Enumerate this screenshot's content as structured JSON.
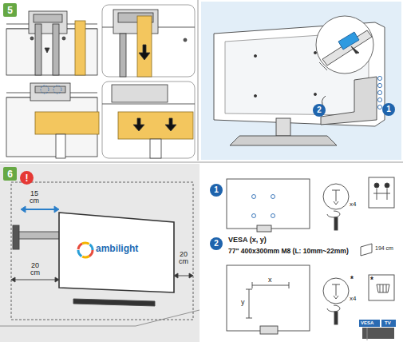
{
  "diagram": {
    "nodes": [
      {
        "text": [
          "5"
        ]
      },
      {
        "text": [
          "2"
        ]
      },
      {
        "text": [
          "1"
        ]
      },
      {
        "text": [
          "6"
        ]
      },
      {
        "text": [
          "!"
        ]
      },
      {
        "text": [
          "1"
        ]
      },
      {
        "text": [
          "2"
        ]
      }
    ],
    "labels": [
      "15 cm",
      "20 cm",
      "20 cm",
      "ambilight",
      "x4",
      "VESA (x, y)",
      "77\" 400x300mm M8 (L: 10mm~22mm)",
      "194 cm",
      "x",
      "y",
      "x4",
      "*",
      "*",
      "VESA",
      "TV"
    ]
  }
}
